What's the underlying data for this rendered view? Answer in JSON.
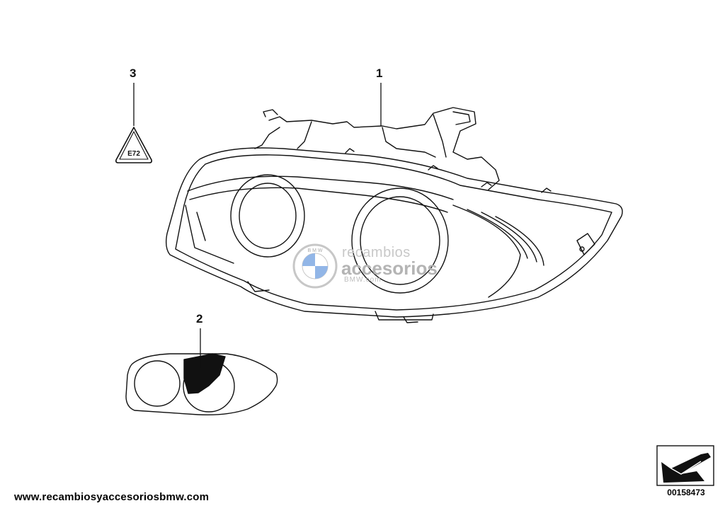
{
  "callouts": {
    "part_1": "1",
    "part_2": "2",
    "part_3": "3"
  },
  "warning_triangle_text": "E72",
  "watermark": {
    "line1": "recambios",
    "line2": "accesorios",
    "line3": "BMW.com",
    "logo_letters": "B M W"
  },
  "footer": {
    "website": "www.recambiosyaccesoriosbmw.com",
    "reference_number": "00158473"
  },
  "icons": {
    "watermark_logo": "bmw-roundel-icon",
    "orientation": "arrow-orientation-icon",
    "warning": "warning-triangle-icon"
  }
}
